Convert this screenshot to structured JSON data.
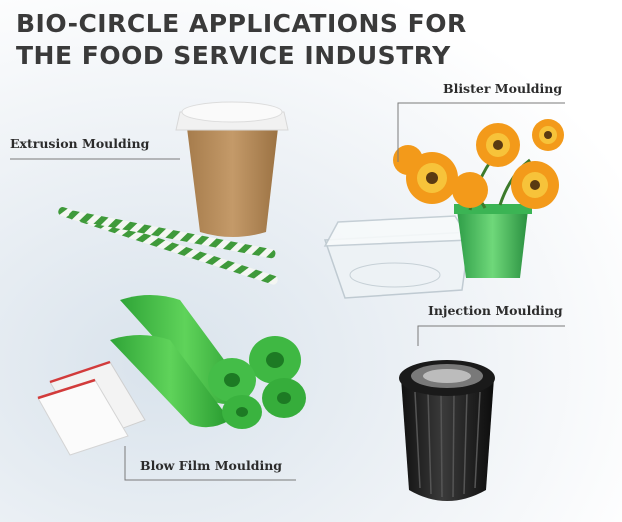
{
  "title": {
    "line1": "BIO-CIRCLE APPLICATIONS FOR",
    "line2": "THE FOOD SERVICE INDUSTRY"
  },
  "labels": {
    "extrusion": "Extrusion Moulding",
    "blister": "Blister Moulding",
    "injection": "Injection Moulding",
    "blow_film": "Blow Film Moulding"
  }
}
